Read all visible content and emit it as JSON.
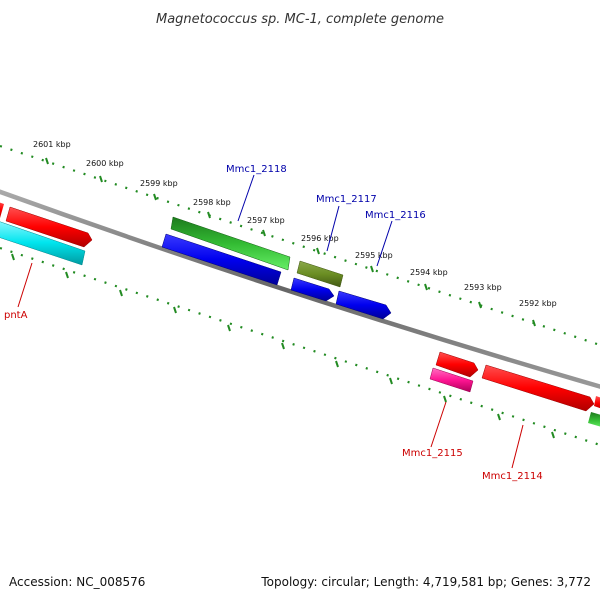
{
  "title": "Magnetococcus sp. MC-1, complete genome",
  "accession": "Accession: NC_008576",
  "summary": "Topology: circular; Length: 4,719,581 bp; Genes: 3,772",
  "ticks": [
    "2601 kbp",
    "2600 kbp",
    "2599 kbp",
    "2598 kbp",
    "2597 kbp",
    "2596 kbp",
    "2595 kbp",
    "2594 kbp",
    "2593 kbp",
    "2592 kbp"
  ],
  "genes": {
    "g2118": "Mmc1_2118",
    "g2117": "Mmc1_2117",
    "g2116": "Mmc1_2116",
    "g2115": "Mmc1_2115",
    "g2114": "Mmc1_2114",
    "pnta": "pntA"
  },
  "colors": {
    "forward_cds": "#ff0000",
    "forward_cds_alt": "#ff1493",
    "reverse_blue": "#0000ee",
    "reverse_cyan": "#00e5ee",
    "green_gene": "#228b22",
    "olive_gene": "#6b8e23",
    "tick": "#228b22",
    "backbone": "#777777",
    "label_forward": "#cc0000",
    "label_reverse": "#0000aa"
  }
}
